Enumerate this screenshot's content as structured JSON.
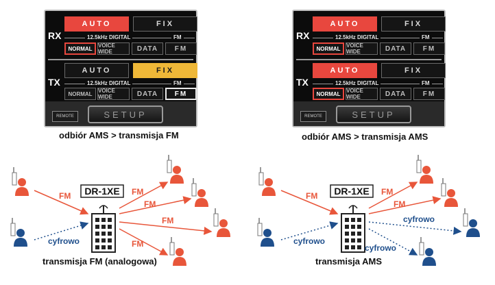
{
  "panels": [
    {
      "rx": {
        "label": "RX",
        "auto": "AUTO",
        "fix": "FIX",
        "sub_digital": "12.5kHz DIGITAL",
        "sub_fm": "FM",
        "normal": "NORMAL",
        "voice_wide": "VOICE WIDE",
        "data": "DATA",
        "fm": "FM"
      },
      "tx": {
        "label": "TX",
        "auto": "AUTO",
        "fix": "FIX",
        "sub_digital": "12.5kHz DIGITAL",
        "sub_fm": "FM",
        "normal": "NORMAL",
        "voice_wide": "VOICE WIDE",
        "data": "DATA",
        "fm": "FM"
      },
      "remote": "REMOTE",
      "setup": "SETUP",
      "caption": "odbiór AMS > transmisja FM"
    },
    {
      "rx": {
        "label": "RX",
        "auto": "AUTO",
        "fix": "FIX",
        "sub_digital": "12.5kHz DIGITAL",
        "sub_fm": "FM",
        "normal": "NORMAL",
        "voice_wide": "VOICE WIDE",
        "data": "DATA",
        "fm": "FM"
      },
      "tx": {
        "label": "TX",
        "auto": "AUTO",
        "fix": "FIX",
        "sub_digital": "12.5kHz DIGITAL",
        "sub_fm": "FM",
        "normal": "NORMAL",
        "voice_wide": "VOICE WIDE",
        "data": "DATA",
        "fm": "FM"
      },
      "remote": "REMOTE",
      "setup": "SETUP",
      "caption": "odbiór AMS > transmisja AMS"
    }
  ],
  "colors": {
    "active_red": "#e8473e",
    "active_yellow": "#efb838",
    "fm_orange": "#e8563a",
    "digital_blue": "#1f4f8c"
  },
  "diagrams": [
    {
      "repeater": "DR-1XE",
      "in_top": "FM",
      "in_bottom": "cyfrowo",
      "out1": "FM",
      "out2": "FM",
      "out3": "FM",
      "out4": "FM",
      "caption": "transmisja FM (analogowa)"
    },
    {
      "repeater": "DR-1XE",
      "in_top": "FM",
      "in_bottom": "cyfrowo",
      "out1": "FM",
      "out2": "FM",
      "out3": "cyfrowo",
      "out4": "cyfrowo",
      "caption": "transmisja AMS"
    }
  ]
}
